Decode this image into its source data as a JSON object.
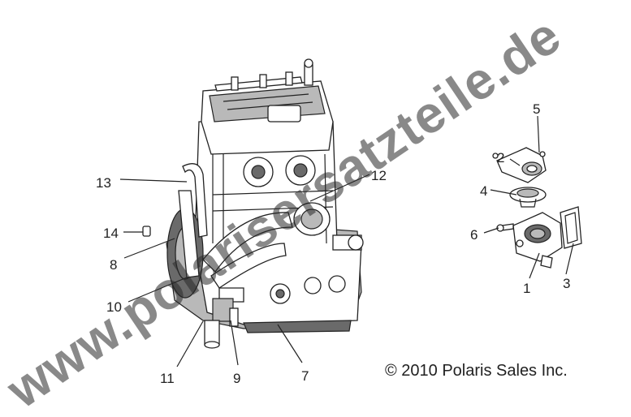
{
  "watermark": "www.polarisersatzteile.de",
  "copyright": "© 2010 Polaris Sales Inc.",
  "callouts": [
    "1",
    "2",
    "3",
    "4",
    "5",
    "6",
    "7",
    "8",
    "9",
    "10",
    "11",
    "12",
    "13",
    "14"
  ]
}
